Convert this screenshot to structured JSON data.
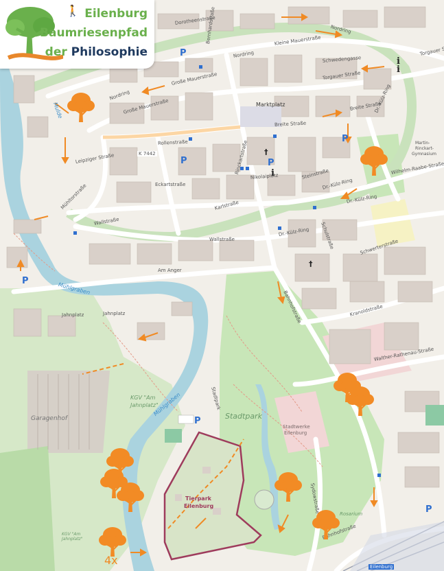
{
  "logo": {
    "line1": "Eilenburg",
    "line2": "Baumriesenpfad",
    "line3_a": "der ",
    "line3_b": "Philosophie",
    "colors": {
      "green": "#6ab04c",
      "orange": "#e8872b",
      "navy": "#1f3a5f"
    },
    "icon": "pedestrian-icon"
  },
  "places": {
    "marktplatz": "Marktplatz",
    "stadtpark": "Stadtpark",
    "garagenhof": "Garagenhof",
    "tierpark": "Tierpark",
    "tierpark2": "Eilenburg",
    "kgv1": "KGV \"Am",
    "kgv2": "Jahnplatz\"",
    "kgv_small1": "KGV \"Am",
    "kgv_small2": "Jahnplatz\"",
    "stadtwerke1": "Stadtwerke",
    "stadtwerke2": "Eilenburg",
    "gymnasium1": "Martin-",
    "gymnasium2": "Rinckart-",
    "gymnasium3": "Gymnasium",
    "rosarium": "Rosarium",
    "station": "Eilenburg"
  },
  "water": {
    "muhlgraben1": "Mühlgraben",
    "muhlgraben2": "Mühlgraben",
    "mulde": "Mulde"
  },
  "streets": {
    "dorotheen": "Dorotheenstraße",
    "bernhard": "Bernhardstraße",
    "nordring1": "Nordring",
    "nordring2": "Nordring",
    "nordring3": "Nordring",
    "kleine_mauer": "Kleine Mauerstraße",
    "schwedenstr": "Schwedengasse",
    "torgauer1": "Torgauer Straße",
    "torgauer2": "Torgauer Str",
    "grosse_mauer1": "Große Mauerstraße",
    "grosse_mauer2": "Große Mauerstraße",
    "breite": "Breite Straße",
    "breite2": "Breite Straße",
    "rollenstr": "Rollenstraße",
    "k7442": "K 7442",
    "leipziger": "Leipziger Straße",
    "nikolaiplatz": "Nikolaiplatz",
    "steinstr": "Steinstraße",
    "dr_kulz1": "Dr.-Külz-Ring",
    "dr_kulz2": "Dr.-Külz-Ring",
    "dr_kulz3": "Dr.-Külz-Ring",
    "wallstr": "Wallstraße",
    "wallstr2": "Wallstraße",
    "am_anger": "Am Anger",
    "jahnplatz": "Jahnplatz",
    "jahnplatz2": "Jahnplatz",
    "schwerter": "Schwerterstraße",
    "kranold": "Kranoldstraße",
    "walther": "Walther-Rathenau-Straße",
    "bahnhof": "Bahnhofstraße",
    "bahnhof2": "Bahnhofstraße",
    "sydow": "Sydowstraße",
    "stadtpark_str": "Stadtpark",
    "schul": "Schulstraße",
    "rinckart": "Rinckartstraße",
    "karl": "Karlstraße",
    "eckart": "Eckartstraße",
    "muldentor": "Mühltorstraße",
    "wilhelm": "Wilhelm-Raabe-Straße",
    "ostring": "Dr.-Külz-Ring"
  },
  "markers": {
    "parking": "P",
    "info": "i",
    "cross": "†",
    "trees_count": "4x"
  },
  "colors": {
    "background": "#f2efe9",
    "building": "#d9d0c9",
    "park": "#c8e6b8",
    "water": "#aad3df",
    "route": "#c9e2bc",
    "arrow": "#f08a24",
    "tree": "#f28b25",
    "road": "#ffffff",
    "major_road": "#fcd6a4",
    "tierpark_border": "#9e3b5c"
  }
}
